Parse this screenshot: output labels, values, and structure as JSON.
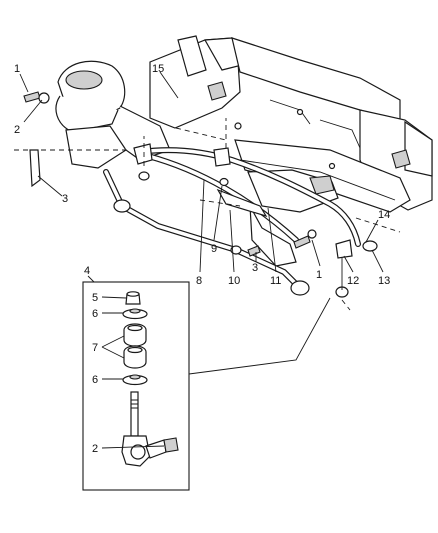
{
  "callouts": {
    "c1a": "1",
    "c2a": "2",
    "c3a": "3",
    "c15": "15",
    "c14": "14",
    "c8": "8",
    "c9": "9",
    "c10": "10",
    "c3b": "3",
    "c11": "11",
    "c1b": "1",
    "c12": "12",
    "c13": "13",
    "c4": "4",
    "c5": "5",
    "c6a": "6",
    "c7": "7",
    "c6b": "6",
    "c2b": "2"
  }
}
